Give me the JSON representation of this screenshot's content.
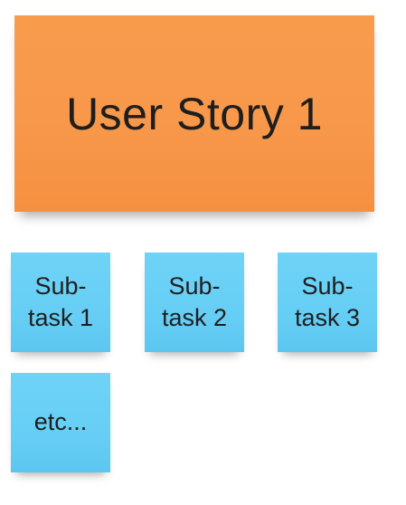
{
  "story": {
    "label": "User Story 1",
    "color": "#f89c4c"
  },
  "subtasks": [
    {
      "label": "Sub-\ntask 1",
      "color": "#6fd3f7"
    },
    {
      "label": "Sub-\ntask 2",
      "color": "#6fd3f7"
    },
    {
      "label": "Sub-\ntask 3",
      "color": "#6fd3f7"
    },
    {
      "label": "etc...",
      "color": "#6fd3f7"
    }
  ]
}
